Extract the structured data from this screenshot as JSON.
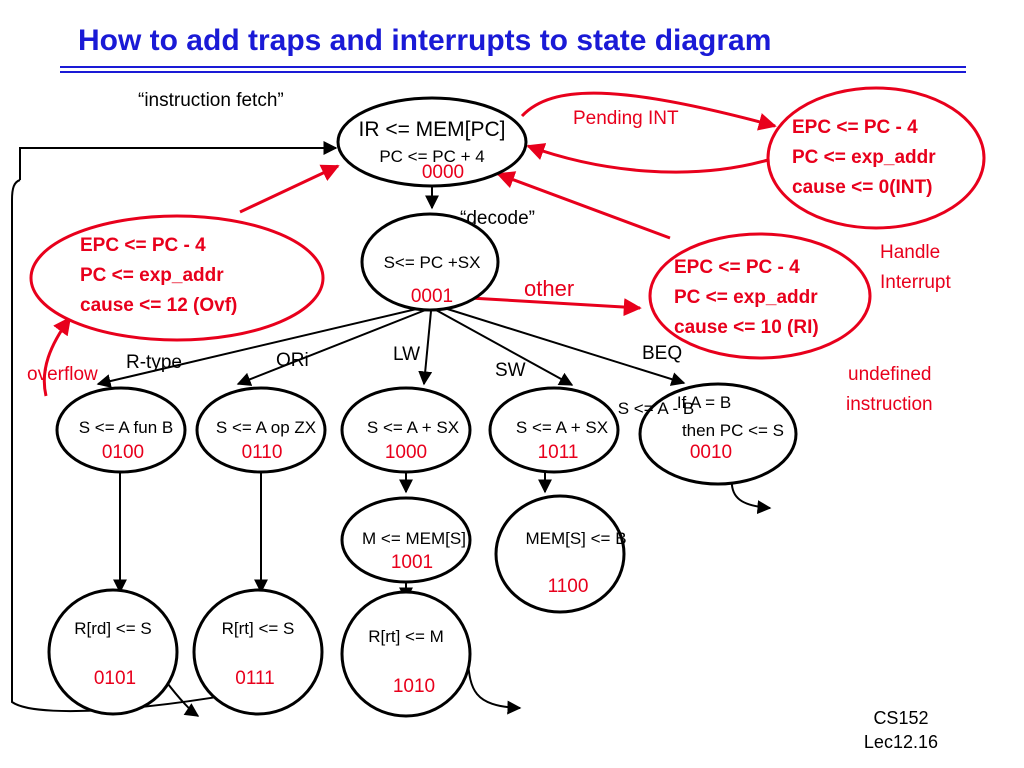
{
  "slide": {
    "title": "How to add traps and interrupts to state diagram",
    "footer": {
      "course": "CS152",
      "lecture": "Lec12.16"
    },
    "colors": {
      "title": "#1a1ad6",
      "trap": "#e8001c",
      "normal": "#000000"
    }
  },
  "diagram": {
    "annotations": {
      "fetch_label": "“instruction fetch”",
      "decode_label": "“decode”",
      "handle_interrupt": [
        "Handle",
        "Interrupt"
      ],
      "undefined_instruction": [
        "undefined",
        "instruction"
      ]
    },
    "states": {
      "fetch": {
        "lines": [
          "IR <= MEM[PC]",
          "PC <= PC + 4"
        ],
        "code": "0000"
      },
      "decode": {
        "lines": [
          "S<= PC +SX"
        ],
        "code": "0001"
      },
      "rtype_exec": {
        "lines": [
          "S <= A fun B"
        ],
        "code": "0100"
      },
      "ori_exec": {
        "lines": [
          "S <= A op ZX"
        ],
        "code": "0110"
      },
      "lw_exec": {
        "lines": [
          "S <= A + SX"
        ],
        "code": "1000"
      },
      "sw_exec": {
        "lines": [
          "S <= A + SX"
        ],
        "code": "1011"
      },
      "beq_exec": {
        "lines": [
          "If A = B",
          "then PC <= S",
          "S <= A - B"
        ],
        "code": "0010"
      },
      "lw_mem": {
        "lines": [
          "M <= MEM[S]"
        ],
        "code": "1001"
      },
      "sw_mem": {
        "lines": [
          "MEM[S] <= B"
        ],
        "code": "1100"
      },
      "rtype_wb": {
        "lines": [
          "R[rd] <= S"
        ],
        "code": "0101"
      },
      "ori_wb": {
        "lines": [
          "R[rt] <= S"
        ],
        "code": "0111"
      },
      "lw_wb": {
        "lines": [
          "R[rt] <= M"
        ],
        "code": "1010"
      }
    },
    "exception_states": {
      "interrupt": {
        "lines": [
          "EPC <= PC - 4",
          "PC <= exp_addr",
          "cause <= 0(INT)"
        ]
      },
      "overflow": {
        "lines": [
          "EPC <= PC - 4",
          "PC <= exp_addr",
          "cause <= 12 (Ovf)"
        ]
      },
      "reserved_instr": {
        "lines": [
          "EPC <= PC - 4",
          "PC <= exp_addr",
          "cause <= 10 (RI)"
        ]
      }
    },
    "transitions": {
      "rtype": "R-type",
      "ori": "ORi",
      "lw": "LW",
      "sw": "SW",
      "beq": "BEQ",
      "pending_int": "Pending INT",
      "overflow": "overflow",
      "other": "other"
    }
  }
}
